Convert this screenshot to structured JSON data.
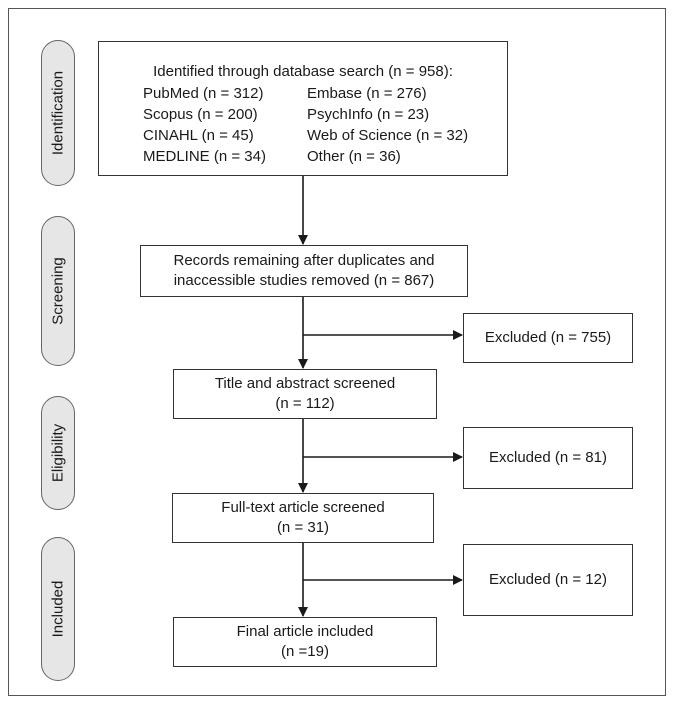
{
  "stages": {
    "identification": "Identification",
    "screening": "Screening",
    "eligibility": "Eligibility",
    "included": "Included"
  },
  "identification": {
    "title": "Identified through database search (n = 958):",
    "sources": [
      {
        "left": "PubMed (n = 312)",
        "right": "Embase (n = 276)"
      },
      {
        "left": "Scopus (n = 200)",
        "right": "PsychInfo (n = 23)"
      },
      {
        "left": "CINAHL (n = 45)",
        "right": "Web of Science (n = 32)"
      },
      {
        "left": "MEDLINE (n = 34)",
        "right": "Other (n = 36)"
      }
    ]
  },
  "screening": {
    "line1": "Records remaining after duplicates and",
    "line2": "inaccessible studies removed (n = 867)",
    "excluded": "Excluded (n = 755)"
  },
  "title_abstract": {
    "line1": "Title and abstract screened",
    "line2": "(n = 112)",
    "excluded": "Excluded (n = 81)"
  },
  "full_text": {
    "line1": "Full-text article screened",
    "line2": "(n = 31)",
    "excluded": "Excluded (n = 12)"
  },
  "final": {
    "line1": "Final article included",
    "line2": "(n =19)"
  },
  "colors": {
    "stage_fill": "#e6e6e6",
    "border": "#333333",
    "arrow": "#1a1a1a"
  }
}
